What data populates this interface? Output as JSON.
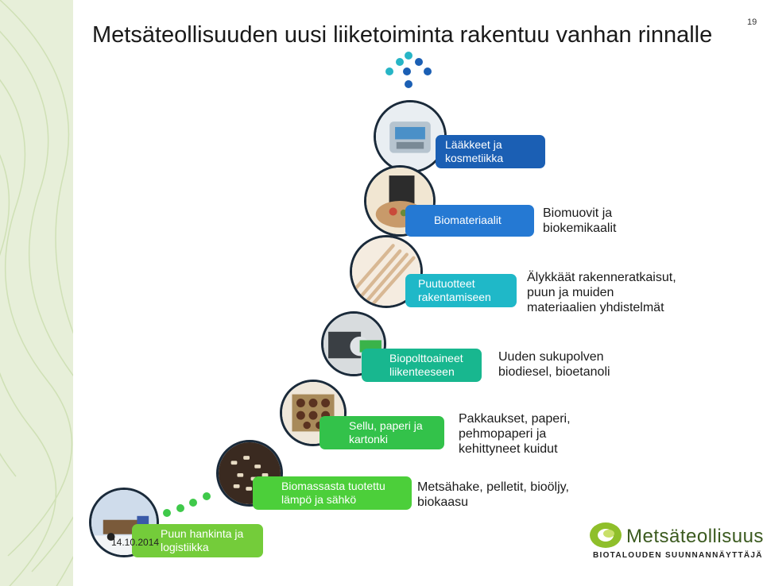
{
  "header": {
    "title": "Metsäteollisuuden uusi liiketoiminta rakentuu vanhan rinnalle",
    "page_number": "19"
  },
  "steps": [
    {
      "label": [
        "Lääkkeet ja",
        "kosmetiikka"
      ],
      "description": []
    },
    {
      "label": [
        "Biomateriaalit"
      ],
      "description": [
        "Biomuovit ja",
        "biokemikaalit"
      ]
    },
    {
      "label": [
        "Puutuotteet",
        "rakentamiseen"
      ],
      "description": [
        "Älykkäät rakenneratkaisut,",
        "puun ja muiden",
        "materiaalien yhdistelmät"
      ]
    },
    {
      "label": [
        "Biopolttoaineet",
        "liikenteeseen"
      ],
      "description": [
        "Uuden sukupolven",
        "biodiesel, bioetanoli"
      ]
    },
    {
      "label": [
        "Sellu, paperi ja",
        "kartonki"
      ],
      "description": [
        "Pakkaukset, paperi,",
        "pehmopaperi ja",
        "kehittyneet kuidut"
      ]
    },
    {
      "label": [
        "Biomassasta tuotettu",
        "lämpö ja sähkö"
      ],
      "description": [
        "Metsähake, pelletit, bioöljy,",
        "biokaasu"
      ]
    },
    {
      "label": [
        "Puun hankinta ja",
        "logistiikka"
      ],
      "description": []
    }
  ],
  "footer": {
    "date": "14.10.2014",
    "logo_name": "Metsäteollisuus",
    "logo_tagline": "BIOTALOUDEN SUUNNANNÄYTTÄJÄ"
  },
  "colors": {
    "accent_dark_blue": "#1b5fb4",
    "accent_blue": "#2579d3",
    "accent_teal": "#1fb8c8",
    "accent_green": "#33c24a",
    "sidebar_bg": "#e7efd9"
  }
}
